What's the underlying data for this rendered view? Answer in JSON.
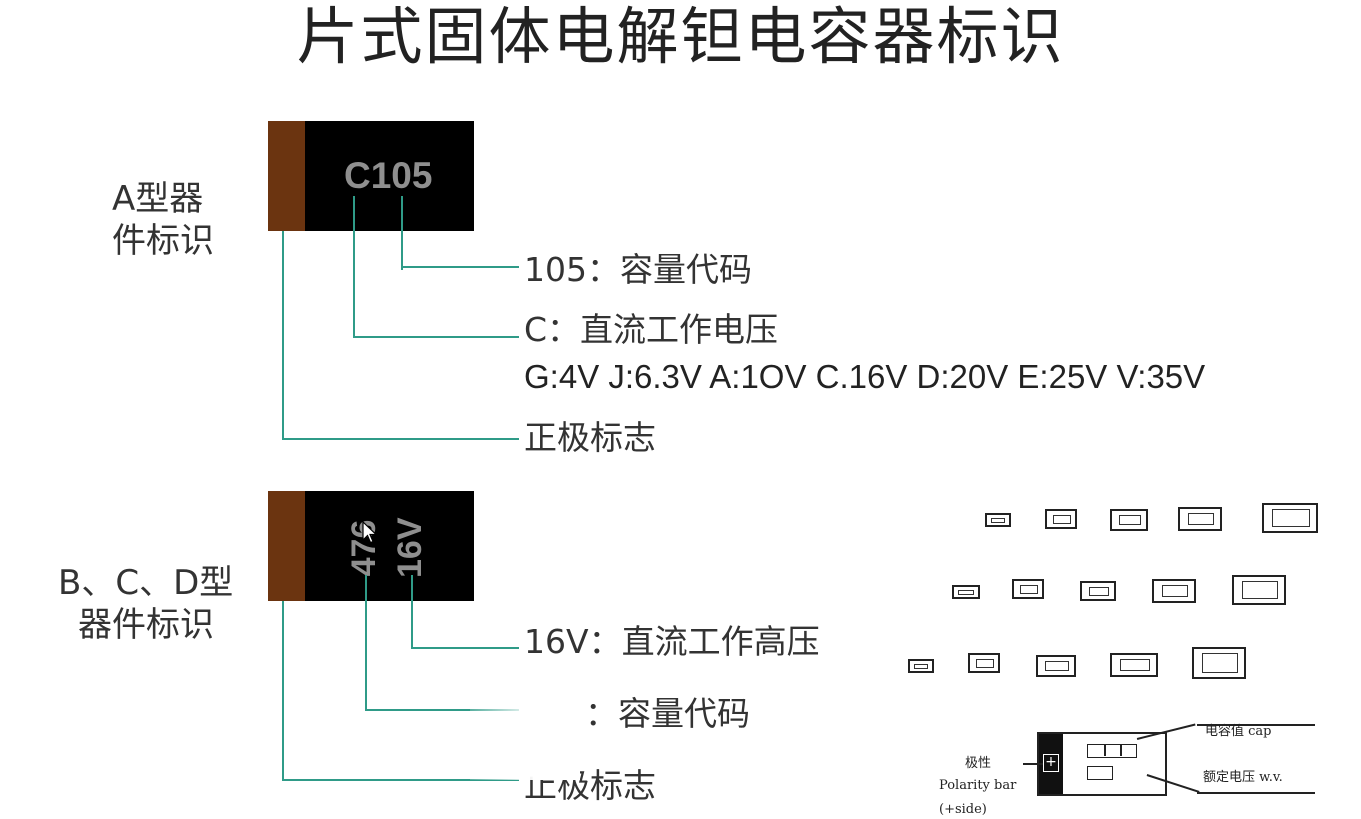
{
  "title": "片式固体电解钽电容器标识",
  "section_a": {
    "label_line1": "A型器",
    "label_line2": "件标识",
    "chip_code": "C105",
    "desc_capacity": "105：容量代码",
    "desc_voltage": "C：直流工作电压",
    "voltage_codes": "G:4V J:6.3V A:1OV C.16V D:20V E:25V V:35V",
    "desc_polarity": "正极标志"
  },
  "section_bcd": {
    "label_line1": "B、C、D型",
    "label_line2": "器件标识",
    "chip_code_capacity": "476",
    "chip_code_voltage": "16V",
    "desc_voltage": "16V：直流工作高压",
    "desc_capacity": "：容量代码",
    "desc_polarity": "止极标志"
  },
  "diagram": {
    "label_capacitance": "电容值 cap",
    "label_polarity_cn": "极性",
    "label_polarity_en": "Polarity bar",
    "label_polarity_side": "(+side)",
    "label_voltage": "额定电压 w.v.",
    "plus_sign": "+"
  },
  "colors": {
    "chip_body": "#000000",
    "polarity_band": "#6b3410",
    "leader_line": "#2f9b88",
    "chip_text": "#8f8f8f"
  }
}
